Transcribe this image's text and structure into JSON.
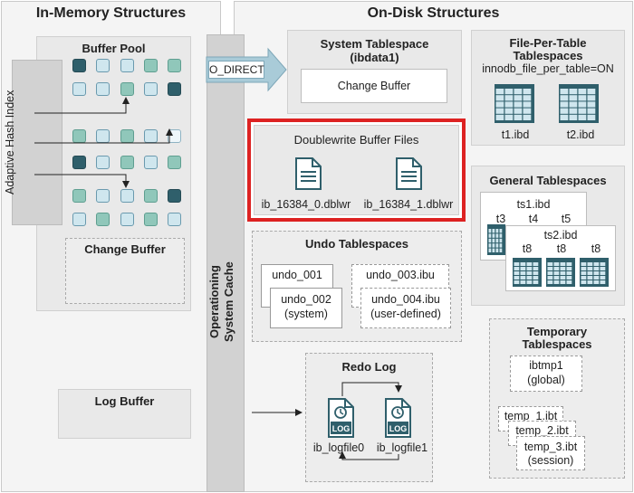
{
  "in_memory": {
    "title": "In-Memory Structures",
    "buffer_pool": "Buffer Pool",
    "adaptive_hash_index": "Adaptive Hash Index",
    "change_buffer": "Change Buffer",
    "log_buffer": "Log Buffer"
  },
  "os_cache": {
    "line1": "Operationing",
    "line2": "System Cache",
    "o_direct": "O_DIRECT"
  },
  "on_disk": {
    "title": "On-Disk Structures",
    "system_tablespace": {
      "title": "System Tablespace",
      "subtitle": "(ibdata1)",
      "change_buffer": "Change Buffer"
    },
    "file_per_table": {
      "title_line1": "File-Per-Table",
      "title_line2": "Tablespaces",
      "setting": "innodb_file_per_table=ON",
      "files": [
        "t1.ibd",
        "t2.ibd"
      ]
    },
    "doublewrite": {
      "title": "Doublewrite Buffer Files",
      "files": [
        "ib_16384_0.dblwr",
        "ib_16384_1.dblwr"
      ]
    },
    "general": {
      "title": "General Tablespaces",
      "ts1": "ts1.ibd",
      "ts1_tables": [
        "t3",
        "t4",
        "t5"
      ],
      "ts2": "ts2.ibd",
      "ts2_tables": [
        "t8",
        "t8",
        "t8"
      ]
    },
    "undo": {
      "title": "Undo Tablespaces",
      "undo_001": "undo_001",
      "undo_002": "undo_002",
      "undo_002_sub": "(system)",
      "undo_003": "undo_003.ibu",
      "undo_004": "undo_004.ibu",
      "undo_004_sub": "(user-defined)"
    },
    "temporary": {
      "title_line1": "Temporary",
      "title_line2": "Tablespaces",
      "ibtmp1": "ibtmp1",
      "ibtmp1_sub": "(global)",
      "temp1": "temp_1.ibt",
      "temp2": "temp_2.ibt",
      "temp3": "temp_3.ibt",
      "temp3_sub": "(session)"
    },
    "redo": {
      "title": "Redo Log",
      "badge": "LOG",
      "files": [
        "ib_logfile0",
        "ib_logfile1"
      ]
    }
  },
  "colors": {
    "accent_red": "#dd2222",
    "teal_dark": "#2f5f6b",
    "teal_mid": "#90c7ba",
    "teal_light": "#cfe6ee",
    "arrow": "#a9cbd8"
  }
}
